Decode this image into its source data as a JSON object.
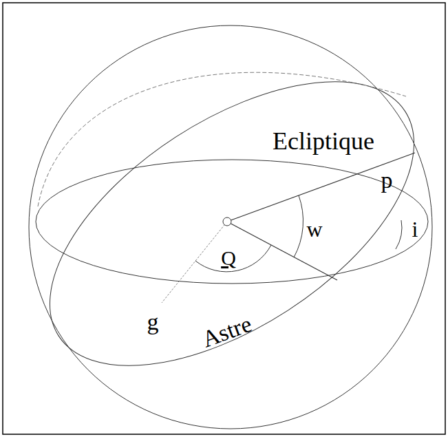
{
  "diagram": {
    "labels": [
      "Ecliptique",
      "p",
      "w",
      "Q",
      "i",
      "g",
      "Astre"
    ]
  }
}
